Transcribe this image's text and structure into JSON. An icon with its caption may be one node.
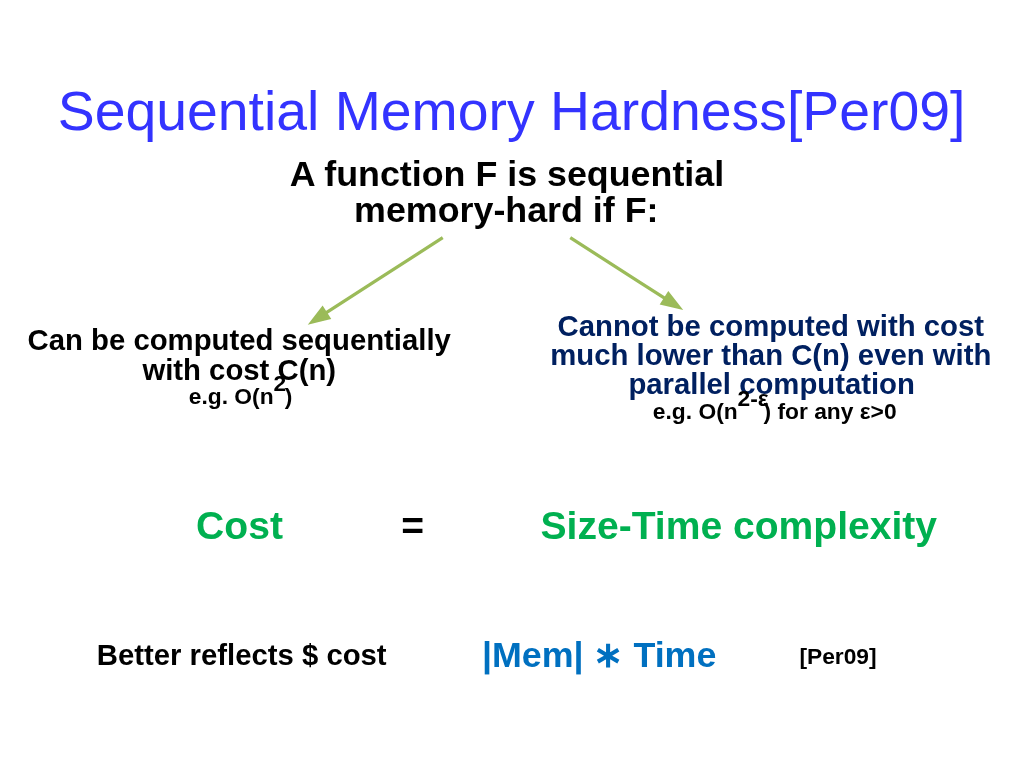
{
  "diagram": {
    "title": "Sequential Memory Hardness[Per09]",
    "nodes": [
      {
        "text": [
          "A function F is sequential memory-hard if F:"
        ]
      },
      {
        "text": [
          "Can be computed sequentially with cost C(n)",
          "e.g. O(n$^{2}$)"
        ]
      },
      {
        "text": [
          "Cannot be computed with cost much lower than C(n) even with parallel computation",
          "e.g. O(n$^{2-ε}$) for any ε>0"
        ]
      }
    ],
    "edges": [
      {
        "from": 0,
        "to": 1,
        "arrow": "to"
      },
      {
        "from": 0,
        "to": 2,
        "arrow": "to"
      }
    ],
    "labels": [
      "Cost",
      "=",
      "Size-Time complexity",
      "Better reflects $ cost",
      "|Mem| ∗ Time",
      "[Per09]"
    ]
  }
}
